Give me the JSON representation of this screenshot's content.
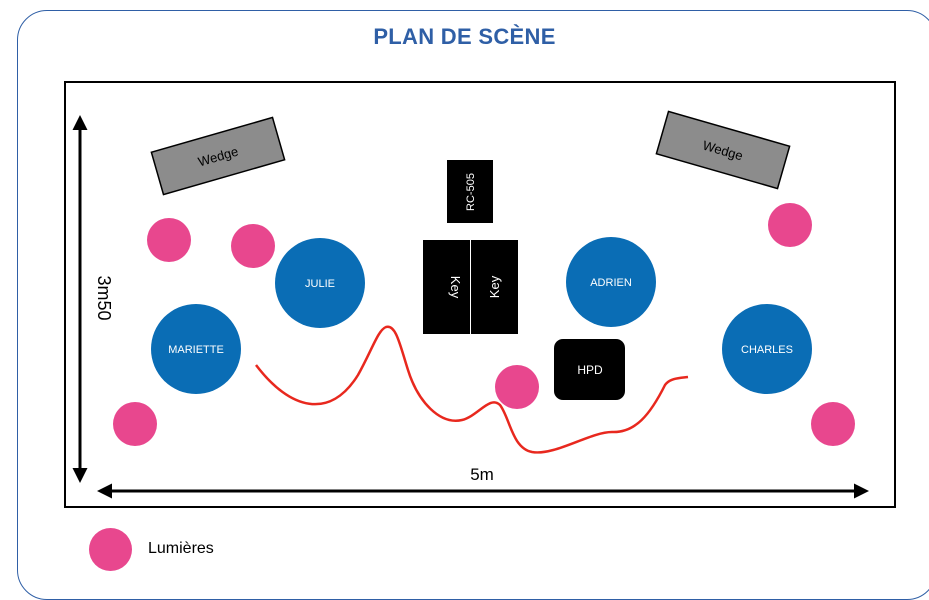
{
  "title": "PLAN DE SCÈNE",
  "dimensions": {
    "depth": "3m50",
    "width": "5m"
  },
  "colors": {
    "frame": "#2f5fa6",
    "musician": "#0a6db5",
    "light": "#e8478e",
    "wedge": "#8c8c8c",
    "gear": "#000000",
    "cable": "#e8281e"
  },
  "wedges": [
    "Wedge",
    "Wedge"
  ],
  "musicians": [
    "JULIE",
    "ADRIEN",
    "MARIETTE",
    "CHARLES"
  ],
  "gear": {
    "rc505": "RC-505",
    "key_left": "Key",
    "key_right": "Key",
    "hpd": "HPD"
  },
  "legend": {
    "lights_label": "Lumières"
  }
}
